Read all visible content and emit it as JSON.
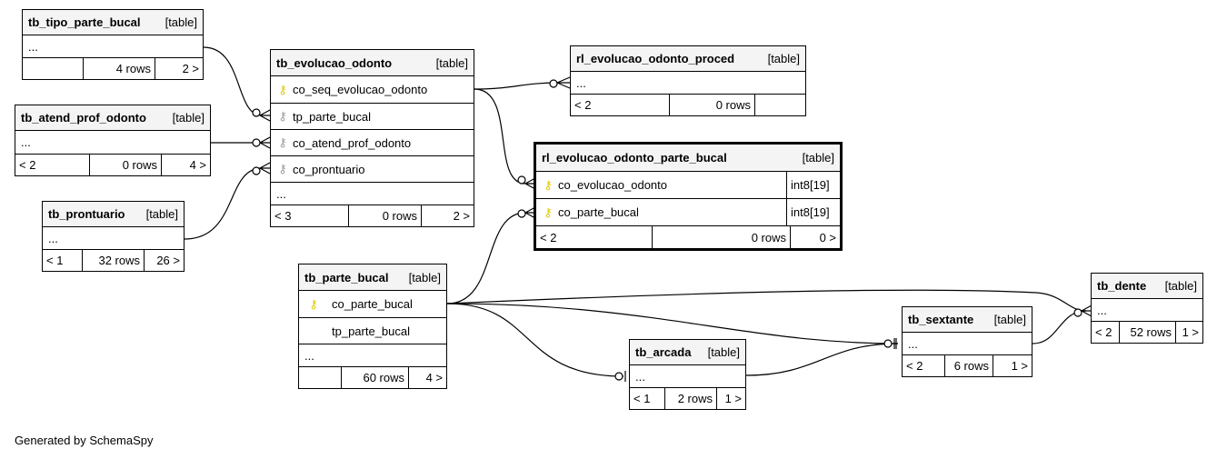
{
  "caption": "Generated by SchemaSpy",
  "tables": {
    "tb_tipo_parte_bucal": {
      "name": "tb_tipo_parte_bucal",
      "type": "[table]",
      "ellipsis": "...",
      "parents": "",
      "rows": "4 rows",
      "children": "2 >"
    },
    "tb_atend_prof_odonto": {
      "name": "tb_atend_prof_odonto",
      "type": "[table]",
      "ellipsis": "...",
      "parents": "< 2",
      "rows": "0 rows",
      "children": "4 >"
    },
    "tb_prontuario": {
      "name": "tb_prontuario",
      "type": "[table]",
      "ellipsis": "...",
      "parents": "< 1",
      "rows": "32 rows",
      "children": "26 >"
    },
    "tb_evolucao_odonto": {
      "name": "tb_evolucao_odonto",
      "type": "[table]",
      "columns": [
        {
          "name": "co_seq_evolucao_odonto",
          "key": "primary"
        },
        {
          "name": "tp_parte_bucal",
          "key": "foreign"
        },
        {
          "name": "co_atend_prof_odonto",
          "key": "foreign"
        },
        {
          "name": "co_prontuario",
          "key": "foreign"
        }
      ],
      "ellipsis": "...",
      "parents": "< 3",
      "rows": "0 rows",
      "children": "2 >"
    },
    "rl_evolucao_odonto_proced": {
      "name": "rl_evolucao_odonto_proced",
      "type": "[table]",
      "ellipsis": "...",
      "parents": "< 2",
      "rows": "0 rows",
      "children": ""
    },
    "rl_evolucao_odonto_parte_bucal": {
      "name": "rl_evolucao_odonto_parte_bucal",
      "type": "[table]",
      "columns": [
        {
          "name": "co_evolucao_odonto",
          "key": "primary",
          "dtype": "int8[19]"
        },
        {
          "name": "co_parte_bucal",
          "key": "primary",
          "dtype": "int8[19]"
        }
      ],
      "parents": "< 2",
      "rows": "0 rows",
      "children": "0 >"
    },
    "tb_parte_bucal": {
      "name": "tb_parte_bucal",
      "type": "[table]",
      "columns": [
        {
          "name": "co_parte_bucal",
          "key": "primary"
        },
        {
          "name": "tp_parte_bucal",
          "key": "none"
        }
      ],
      "ellipsis": "...",
      "parents": "",
      "rows": "60 rows",
      "children": "4 >"
    },
    "tb_arcada": {
      "name": "tb_arcada",
      "type": "[table]",
      "ellipsis": "...",
      "parents": "< 1",
      "rows": "2 rows",
      "children": "1 >"
    },
    "tb_sextante": {
      "name": "tb_sextante",
      "type": "[table]",
      "ellipsis": "...",
      "parents": "< 2",
      "rows": "6 rows",
      "children": "1 >"
    },
    "tb_dente": {
      "name": "tb_dente",
      "type": "[table]",
      "ellipsis": "...",
      "parents": "< 2",
      "rows": "52 rows",
      "children": "1 >"
    }
  },
  "relationships": [
    {
      "from": "tb_tipo_parte_bucal",
      "to": "tb_evolucao_odonto.tp_parte_bucal"
    },
    {
      "from": "tb_atend_prof_odonto",
      "to": "tb_evolucao_odonto.co_atend_prof_odonto"
    },
    {
      "from": "tb_prontuario",
      "to": "tb_evolucao_odonto.co_prontuario"
    },
    {
      "from": "tb_evolucao_odonto.co_seq_evolucao_odonto",
      "to": "rl_evolucao_odonto_proced"
    },
    {
      "from": "tb_evolucao_odonto.co_seq_evolucao_odonto",
      "to": "rl_evolucao_odonto_parte_bucal.co_evolucao_odonto"
    },
    {
      "from": "tb_parte_bucal.co_parte_bucal",
      "to": "rl_evolucao_odonto_parte_bucal.co_parte_bucal"
    },
    {
      "from": "tb_parte_bucal.co_parte_bucal",
      "to": "tb_arcada"
    },
    {
      "from": "tb_parte_bucal.co_parte_bucal",
      "to": "tb_sextante"
    },
    {
      "from": "tb_parte_bucal.co_parte_bucal",
      "to": "tb_dente"
    },
    {
      "from": "tb_arcada",
      "to": "tb_sextante"
    },
    {
      "from": "tb_sextante",
      "to": "tb_dente"
    }
  ]
}
